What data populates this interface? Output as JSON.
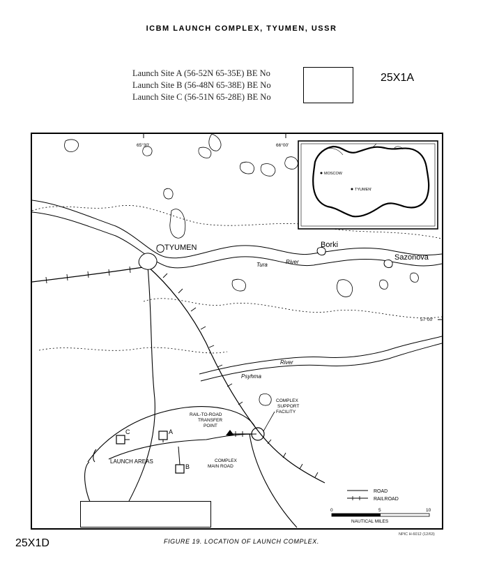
{
  "title": "ICBM LAUNCH COMPLEX, TYUMEN, USSR",
  "sites": [
    {
      "label": "Launch Site A (56-52N  65-35E)  BE No"
    },
    {
      "label": "Launch Site B (56-48N  65-38E)  BE No"
    },
    {
      "label": "Launch Site C (56-51N  65-28E)  BE No"
    }
  ],
  "codes": {
    "top": "25X1A",
    "bottom": "25X1D"
  },
  "map": {
    "coords": {
      "lon1": "65°30'",
      "lon2": "66°00'",
      "lat1": "57°00'"
    },
    "places": {
      "tyumen": "TYUMEN",
      "borki": "Borki",
      "sazonova": "Sazonova"
    },
    "rivers": {
      "tura": "Tura",
      "tura_suffix": "River",
      "pyshma": "Psyhma",
      "pyshma_suffix": "River"
    },
    "labels": {
      "transfer_1": "RAIL-TO-ROAD",
      "transfer_2": "TRANSFER",
      "transfer_3": "POINT",
      "support_1": "COMPLEX",
      "support_2": "SUPPORT",
      "support_3": "FACILITY",
      "main_1": "COMPLEX",
      "main_2": "MAIN ROAD",
      "launch_areas": "LAUNCH AREAS",
      "site_a": "A",
      "site_b": "B",
      "site_c": "C"
    },
    "inset": {
      "moscow": "MOSCOW",
      "tyumen": "TYUMEN'"
    },
    "legend": {
      "road": "ROAD",
      "railroad": "RAILROAD"
    },
    "scale": {
      "t0": "0",
      "t5": "5",
      "t10": "10",
      "unit": "NAUTICAL MILES"
    }
  },
  "caption": "FIGURE 19.  LOCATION OF LAUNCH COMPLEX.",
  "npic": "NPIC H-6012 (12/63)"
}
